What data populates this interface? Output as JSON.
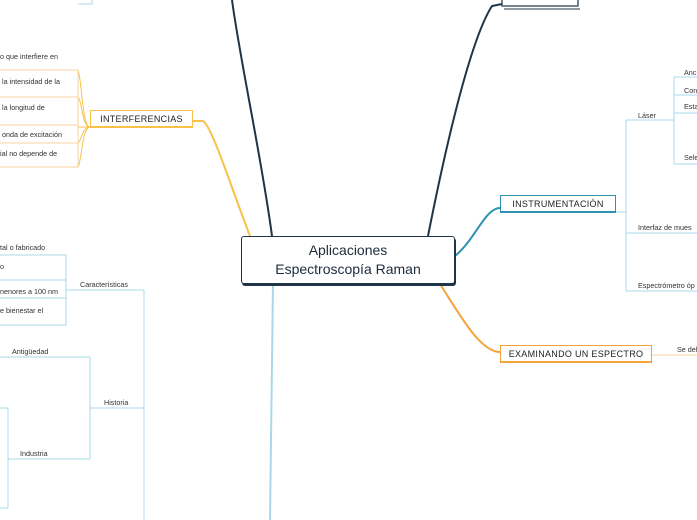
{
  "central": {
    "line1": "Aplicaciones",
    "line2": "Espectroscopía Raman"
  },
  "colors": {
    "dark": "#1f3447",
    "orange": "#f3a43a",
    "yellow": "#f8c24a",
    "teal": "#2e93b0",
    "lightblue": "#a9d8ea",
    "paleorange": "#f9d6a0"
  },
  "interferencias": {
    "label": "INTERFERENCIAS",
    "items": [
      "o que interfiere en",
      "la intensidad de la",
      "la longitud de",
      "onda de excitación",
      "ial no depende de"
    ]
  },
  "caracteristicas": {
    "label": "Características",
    "items": [
      "tal o fabricado",
      "o",
      "nenores a 100 nm",
      "e bienestar el"
    ]
  },
  "historia": {
    "label": "Historia",
    "antiguedad": "Antigüedad",
    "industria": "Industria"
  },
  "instrumentacion": {
    "label": "INSTRUMENTACIÓN",
    "laser": "Láser",
    "laser_items": [
      "Anc",
      "Con",
      "Esta",
      "Sele"
    ],
    "interfaz": "Interfaz de mues",
    "espectrometro": "Espectrómetro óp"
  },
  "examinando": {
    "label": "EXAMINANDO UN ESPECTRO",
    "child": "Se del"
  }
}
